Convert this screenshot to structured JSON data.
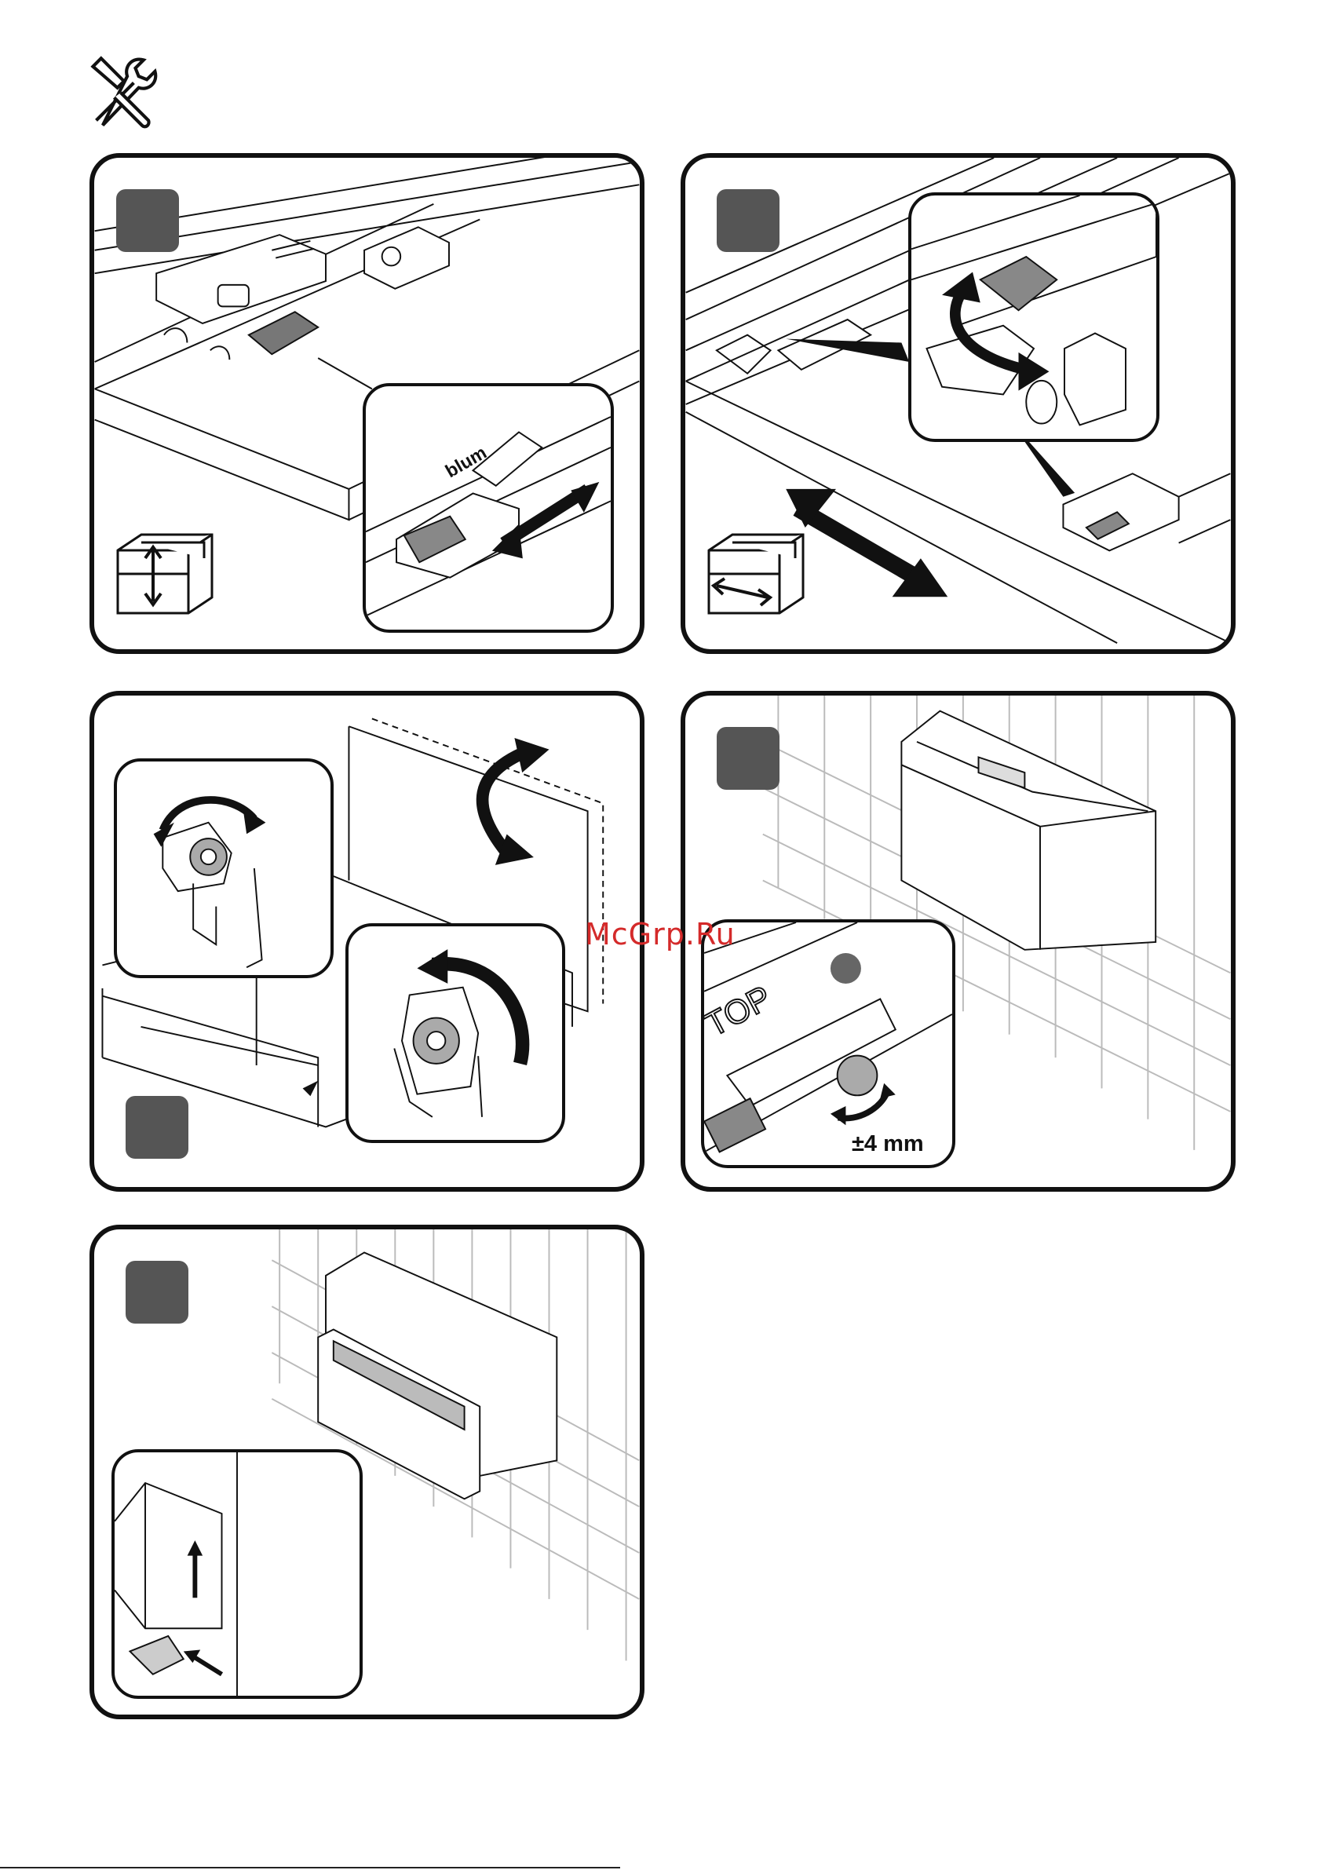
{
  "header": {
    "icon": "tools-icon"
  },
  "panels": {
    "p1": {
      "icons": [
        "drawer-up-down-icon"
      ],
      "brand_label": "blum"
    },
    "p2": {
      "icons": [
        "drawer-left-right-icon"
      ]
    },
    "p3": {},
    "p4": {
      "top_label": "TOP",
      "adjust_label": "±4 mm"
    },
    "p5": {}
  },
  "watermark": {
    "text": "McGrp.Ru"
  },
  "colors": {
    "badge": "#555555",
    "line": "#111111",
    "watermark": "#d42a2a"
  }
}
